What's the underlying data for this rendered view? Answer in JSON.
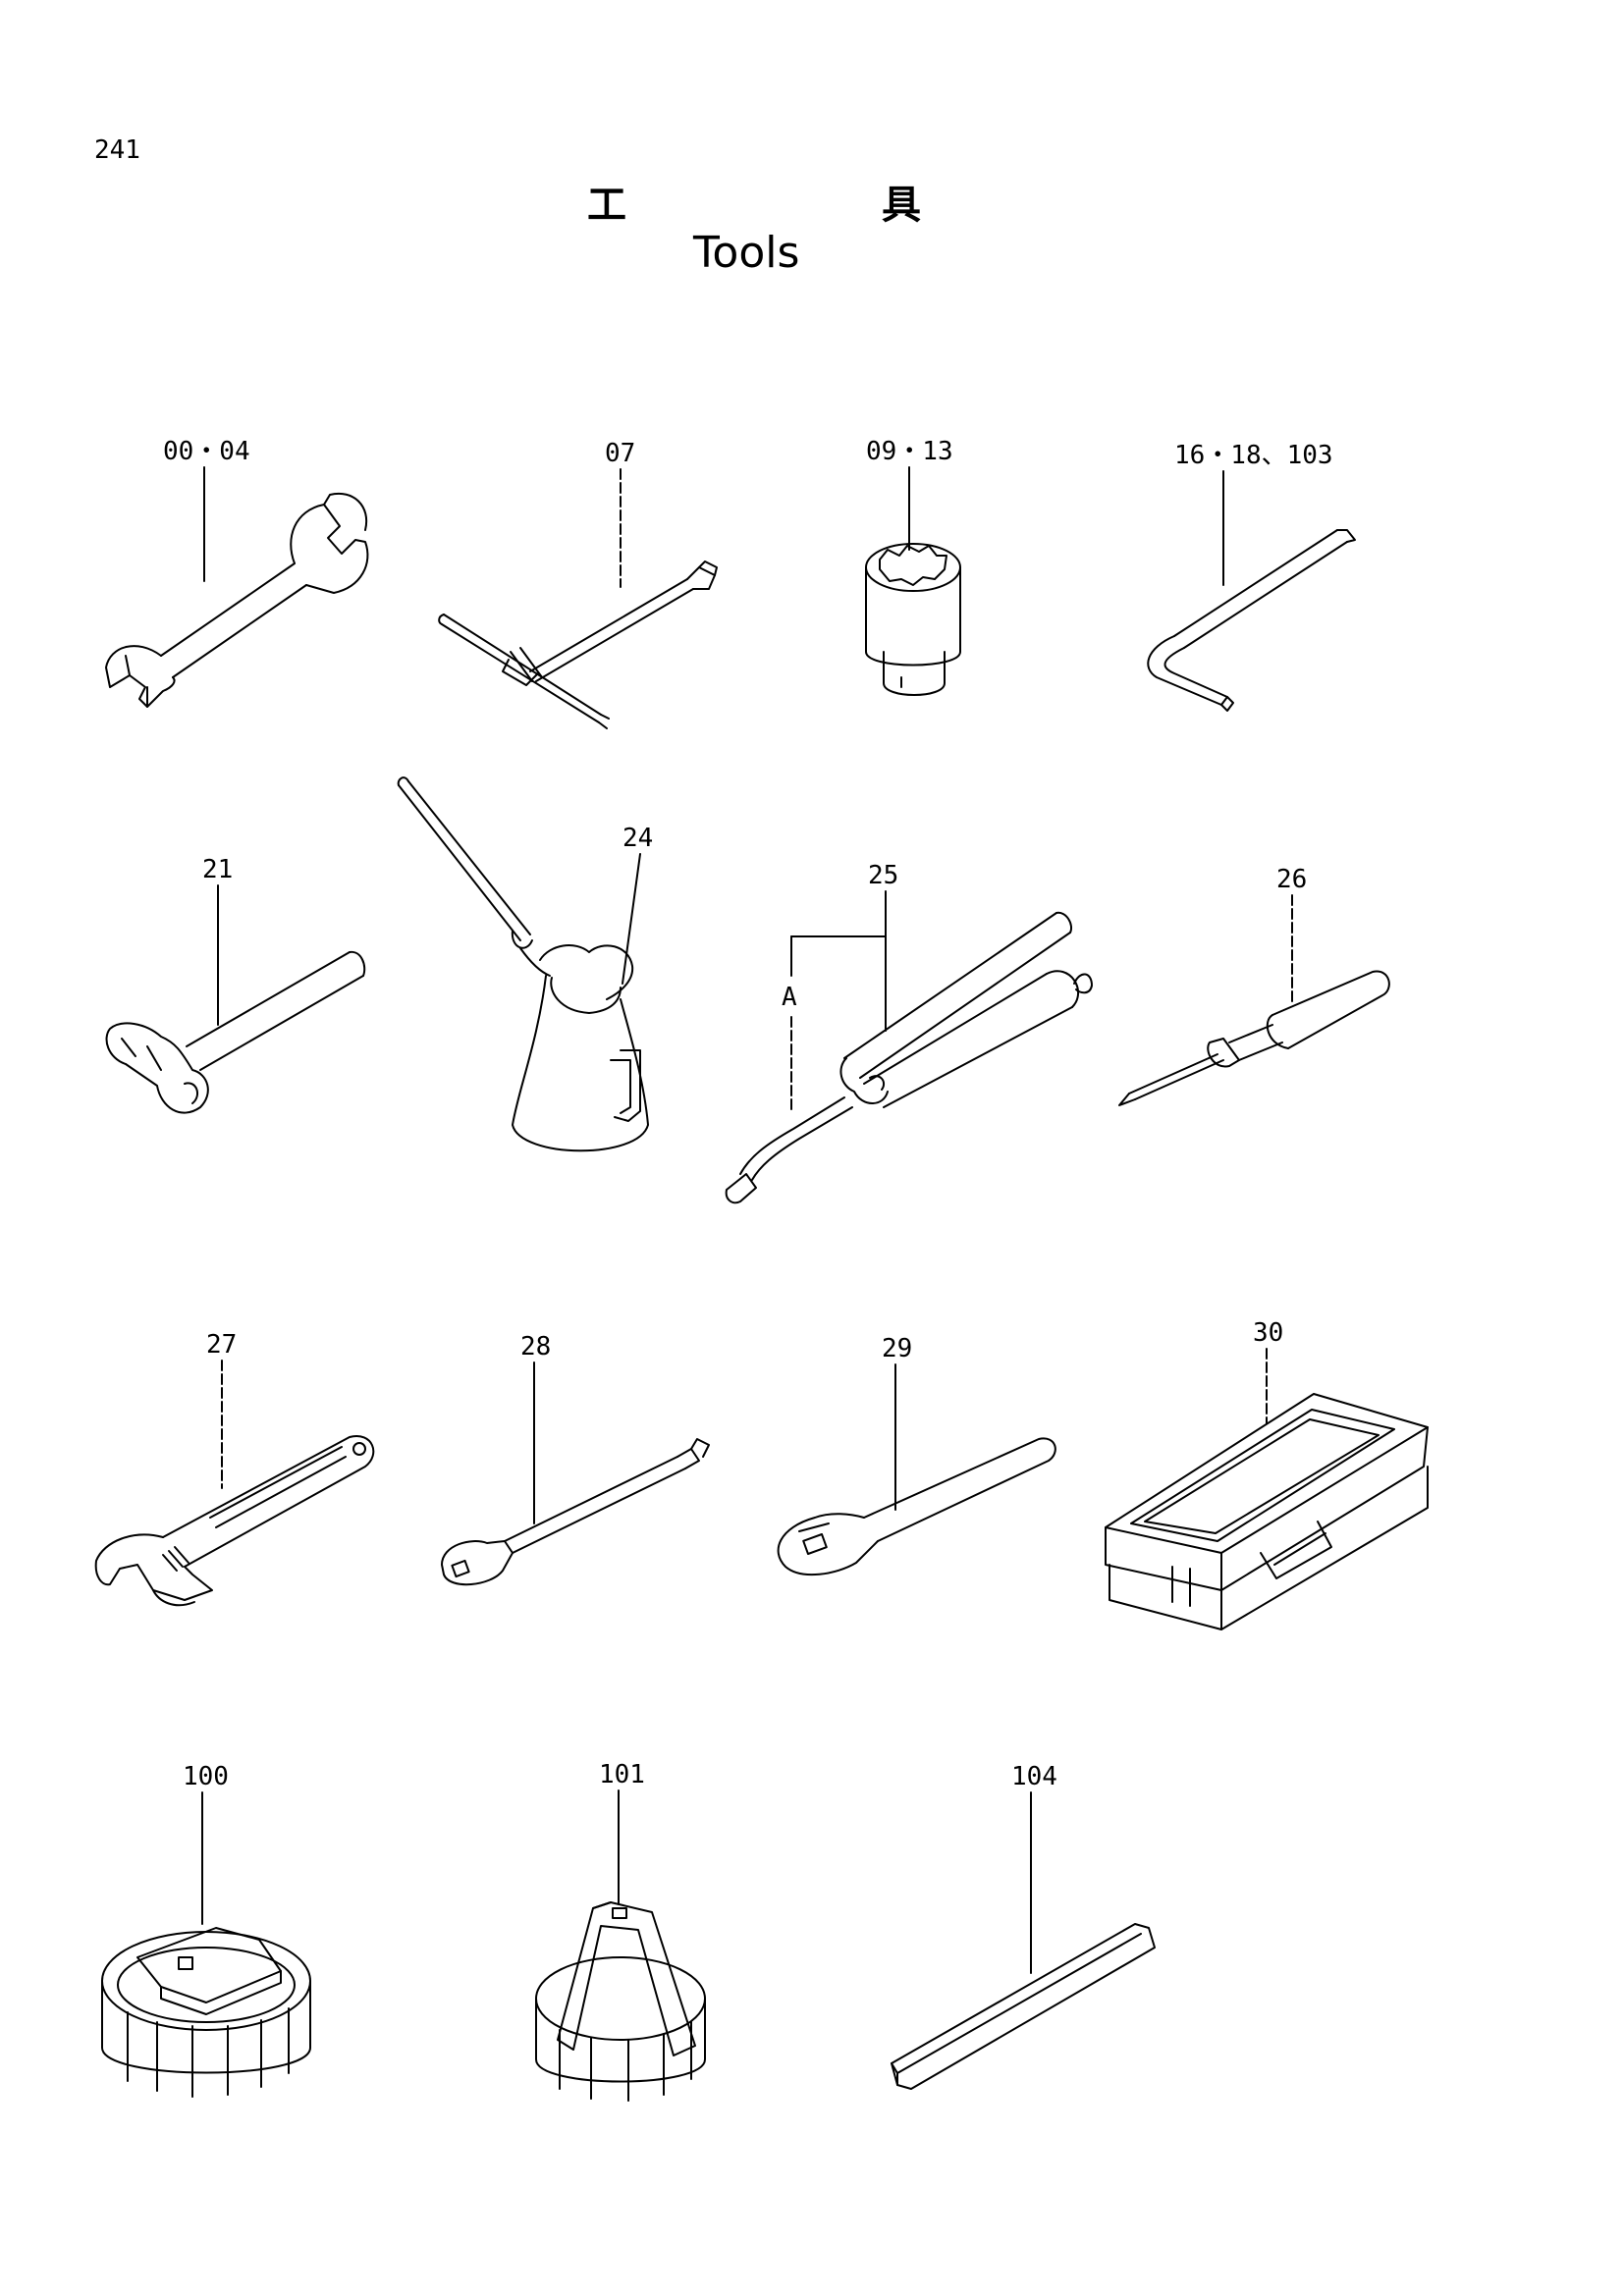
{
  "page_number": "241",
  "title_jp_1": "工",
  "title_jp_2": "具",
  "title_en": "Tools",
  "labels": {
    "wrench": "00・04",
    "t_wrench": "07",
    "socket": "09・13",
    "hex_key": "16・18、103",
    "hammer": "21",
    "oil_can": "24",
    "grease_gun": "25",
    "grease_gun_sub": "A",
    "screwdriver": "26",
    "adjustable_wrench": "27",
    "extension_bar": "28",
    "ratchet_handle": "29",
    "tool_box": "30",
    "filter_wrench_100": "100",
    "filter_wrench_101": "101",
    "hex_bar": "104"
  }
}
